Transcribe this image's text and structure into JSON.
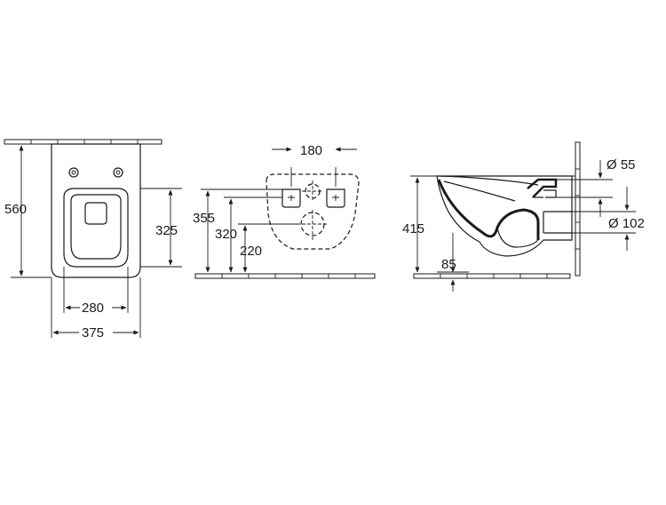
{
  "diagram": {
    "front_view": {
      "height": "560",
      "seat_width": "280",
      "overall_width": "375",
      "side_height": "325"
    },
    "wall_view": {
      "bracket_spacing": "180",
      "h1": "355",
      "h2": "320",
      "h3": "220"
    },
    "side_view": {
      "height": "415",
      "outlet_offset": "85",
      "inlet_diameter": "Ø 55",
      "outlet_diameter": "Ø 102"
    }
  },
  "colors": {
    "line": "#1a1a1a",
    "background": "#ffffff"
  }
}
